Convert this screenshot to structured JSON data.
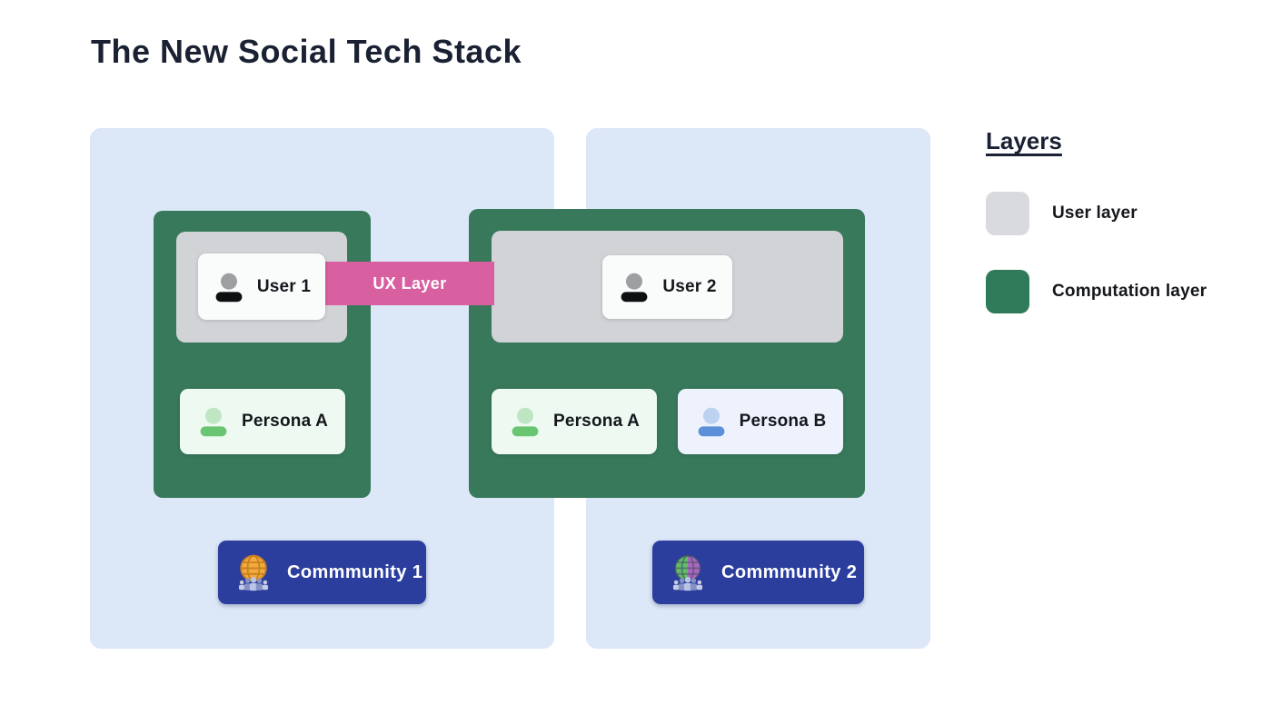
{
  "title": "The New Social Tech Stack",
  "colors": {
    "panel_bg": "#dce7f8",
    "user_layer_gray": "#d2d3d6",
    "computation_green": "#37795a",
    "community_blue": "#2b3e9e",
    "ux_pink": "#d85fa0",
    "user_card_bg": "#fafbfb",
    "persona_a_bg": "#eefaf1",
    "persona_b_bg": "#edf2fc"
  },
  "ux_band": {
    "label": "UX Layer"
  },
  "community1": {
    "user_label": "User 1",
    "persona_label": "Persona A",
    "button_label": "Commmunity 1"
  },
  "community2": {
    "user_label": "User 2",
    "persona_a_label": "Persona A",
    "persona_b_label": "Persona B",
    "button_label": "Commmunity 2"
  },
  "legend": {
    "title": "Layers",
    "items": [
      {
        "label": "User layer",
        "color": "#d9dadd"
      },
      {
        "label": "Computation layer",
        "color": "#2f7a58"
      }
    ]
  }
}
